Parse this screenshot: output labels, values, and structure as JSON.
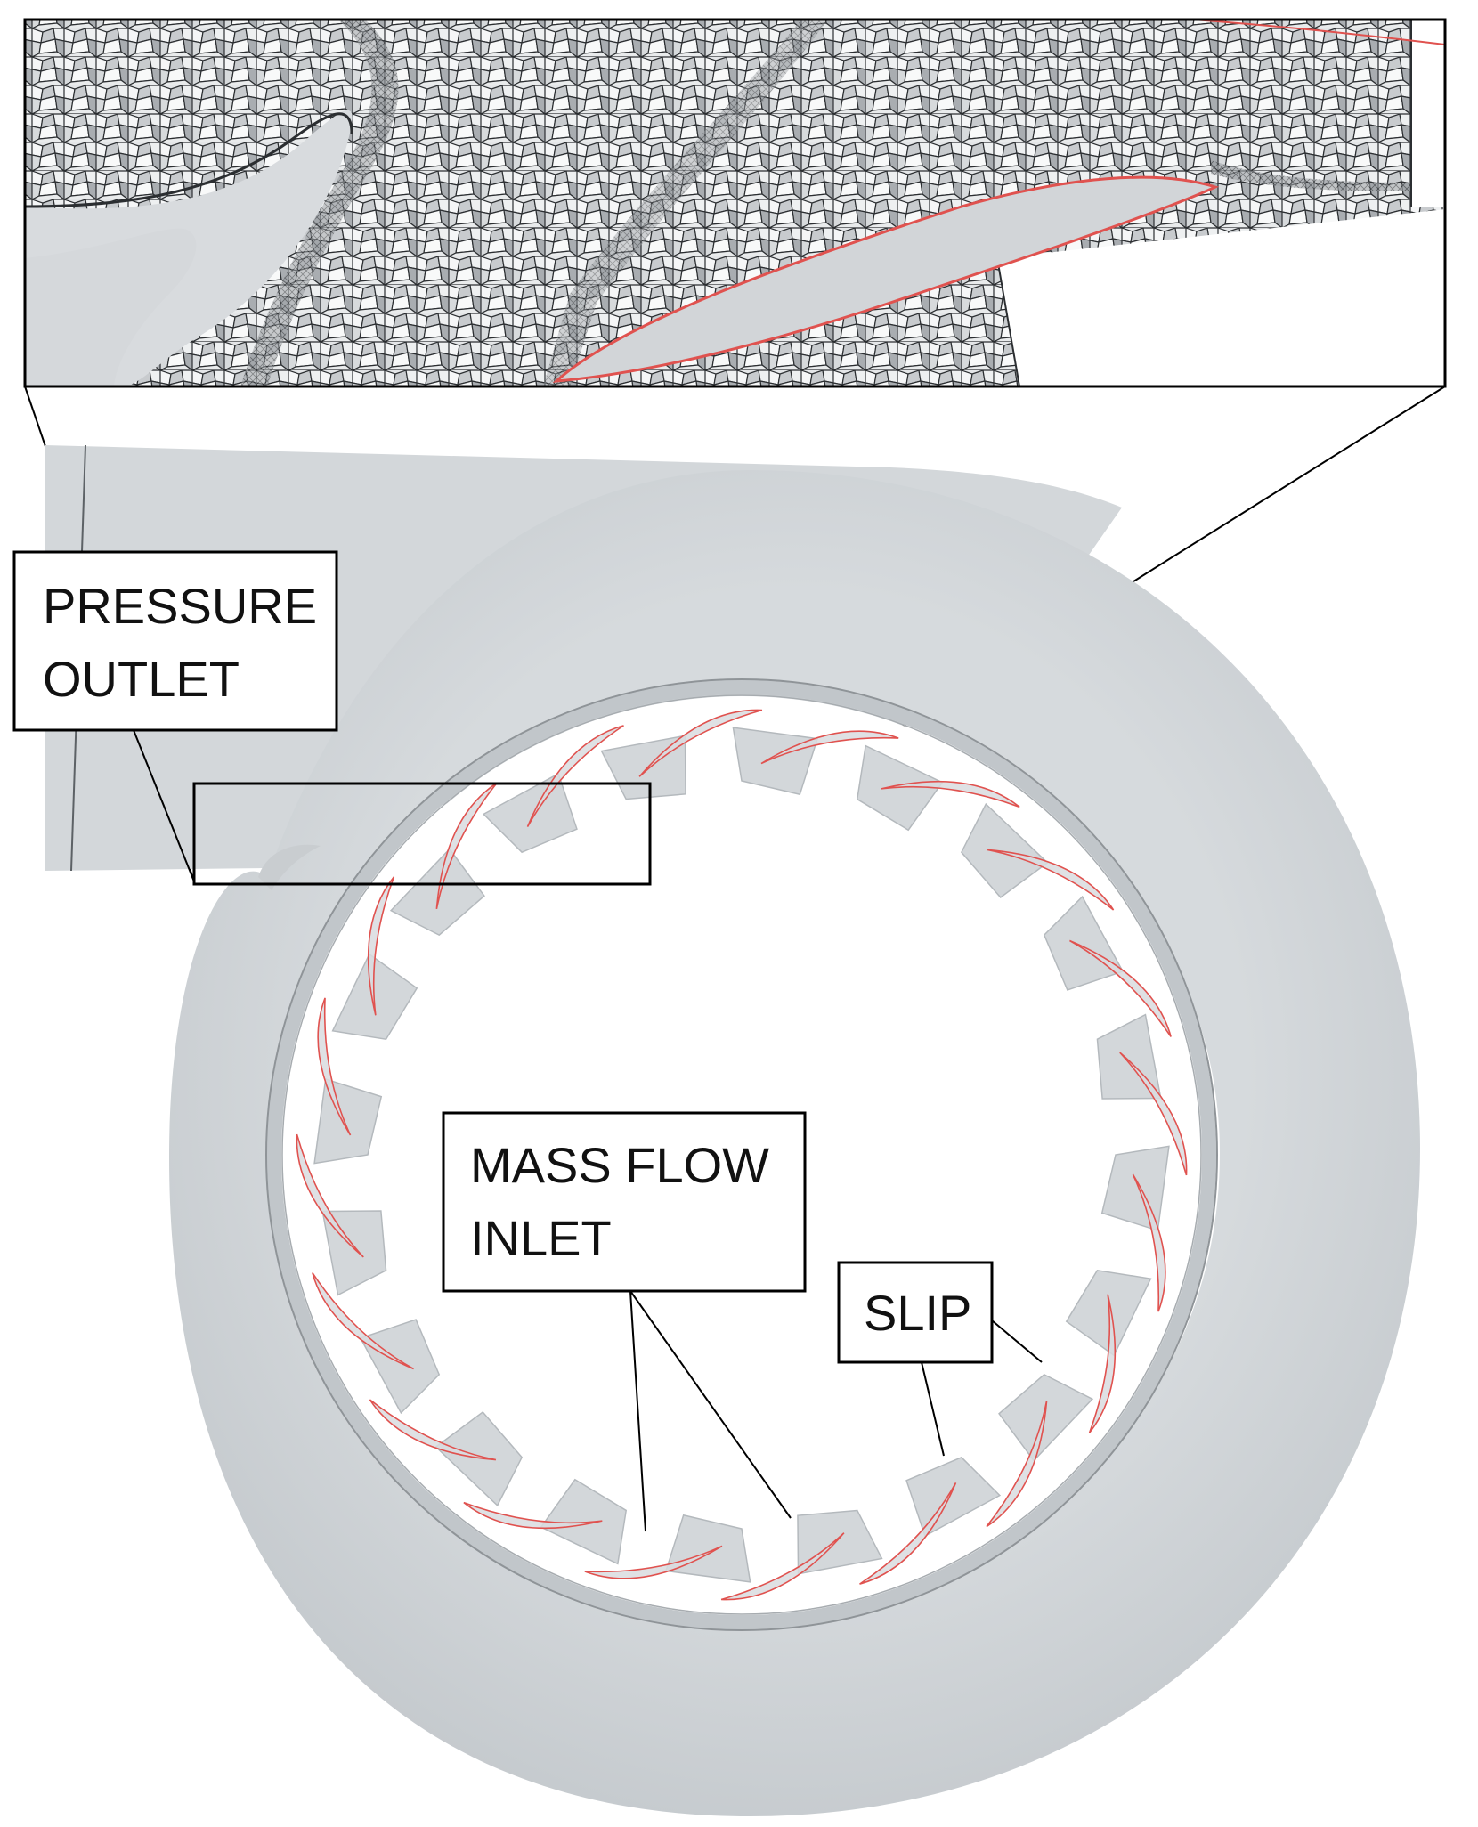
{
  "labels": {
    "pressure_outlet_line1": "PRESSURE",
    "pressure_outlet_line2": "OUTLET",
    "mass_flow_inlet_line1": "MASS FLOW",
    "mass_flow_inlet_line2": "INLET",
    "slip": "SLIP"
  },
  "colors": {
    "volute_fill": "#d3d7da",
    "volute_shadow": "#b9bec2",
    "inner_ring": "#c4c8cb",
    "vane_outline": "#e0524f",
    "mesh_light": "#f2f3f4",
    "mesh_mid": "#c9cccf",
    "mesh_dark": "#6e7276",
    "mesh_lines": "#2b2e31",
    "frame": "#000000"
  },
  "vane_count": 20,
  "icons": {
    "zoom_inset": "mesh-inset-icon",
    "callout_box": "callout-box-icon"
  }
}
